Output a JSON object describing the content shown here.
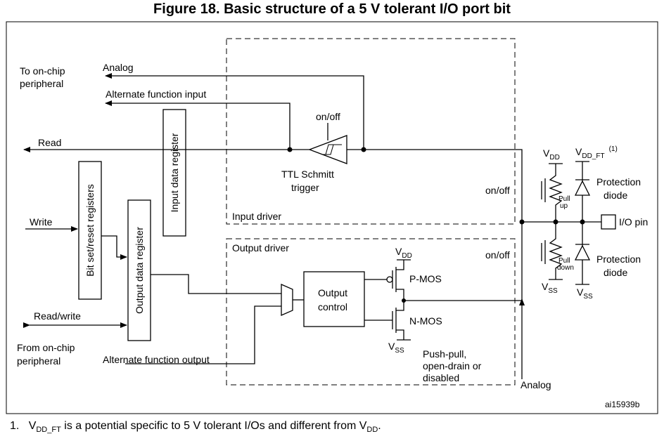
{
  "title": "Figure 18. Basic structure of a 5 V tolerant I/O port bit",
  "labels": {
    "to_onchip_1": "To on-chip",
    "to_onchip_2": "peripheral",
    "analog_top": "Analog",
    "alt_func_input": "Alternate function input",
    "read": "Read",
    "write": "Write",
    "read_write": "Read/write",
    "from_onchip_1": "From on-chip",
    "from_onchip_2": "peripheral",
    "alt_func_output": "Alternate function output",
    "input_data_register": "Input data register",
    "bit_set_reset_registers": "Bit set/reset registers",
    "output_data_register": "Output data register",
    "on_off_schmitt": "on/off",
    "ttl_schmitt_1": "TTL Schmitt",
    "ttl_schmitt_2": "trigger",
    "input_driver": "Input driver",
    "output_driver": "Output driver",
    "output_control_1": "Output",
    "output_control_2": "control",
    "p_mos": "P-MOS",
    "n_mos": "N-MOS",
    "push_pull_1": "Push-pull,",
    "push_pull_2": "open-drain or",
    "push_pull_3": "disabled",
    "analog_bottom": "Analog",
    "on_off_pullup": "on/off",
    "on_off_pulldown": "on/off",
    "pull_up_1": "Pull",
    "pull_up_2": "up",
    "pull_down_1": "Pull",
    "pull_down_2": "down",
    "protection_1": "Protection",
    "protection_2": "diode",
    "protection_3": "Protection",
    "protection_4": "diode",
    "io_pin": "I/O pin",
    "figure_id": "ai15939b",
    "vdd_main": "V",
    "vdd_main_sub": "DD",
    "vss_main": "V",
    "vss_main_sub": "SS",
    "vdd_pull": "V",
    "vdd_pull_sub": "DD",
    "vss_pull": "V",
    "vss_pull_sub": "SS",
    "vdd_ft": "V",
    "vdd_ft_sub": "DD_FT",
    "vdd_ft_sup": "(1)",
    "vss_diode": "V",
    "vss_diode_sub": "SS"
  },
  "footnote": {
    "num": "1.",
    "v1": "V",
    "v1_sub": "DD_FT",
    "mid": " is a potential specific to 5 V tolerant I/Os and different from ",
    "v2": "V",
    "v2_sub": "DD",
    "end": "."
  }
}
